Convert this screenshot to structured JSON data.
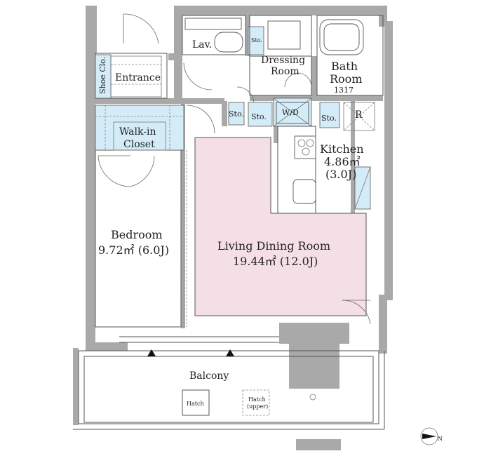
{
  "rooms": {
    "lav": "Lav.",
    "sto_lav": "Sto.",
    "dressing_line1": "Dressing",
    "dressing_line2": "Room",
    "bath_line1": "Bath",
    "bath_line2": "Room",
    "bath_size": "1317",
    "shoe_closet": "Shoe Clo.",
    "entrance": "Entrance",
    "sto_hall": "Sto.",
    "sto_dressing": "Sto.",
    "washer_dryer": "W/D",
    "sto_kitchen": "Sto.",
    "refrigerator": "R",
    "walkin_line1": "Walk-in",
    "walkin_line2": "Closet",
    "kitchen_name": "Kitchen",
    "kitchen_area": "4.86㎡",
    "kitchen_jo": "(3.0J)",
    "bedroom_name": "Bedroom",
    "bedroom_area": "9.72㎡ (6.0J)",
    "ldr_name": "Living Dining Room",
    "ldr_area": "19.44㎡ (12.0J)",
    "balcony": "Balcony",
    "hatch": "Hatch",
    "hatch_upper_line1": "Hatch",
    "hatch_upper_line2": "(upper)",
    "compass_letter": "N"
  },
  "colors": {
    "living_dining_fill": "#f5dfe6",
    "storage_fill": "#d4ecf7",
    "wall": "#a9a9a9"
  }
}
